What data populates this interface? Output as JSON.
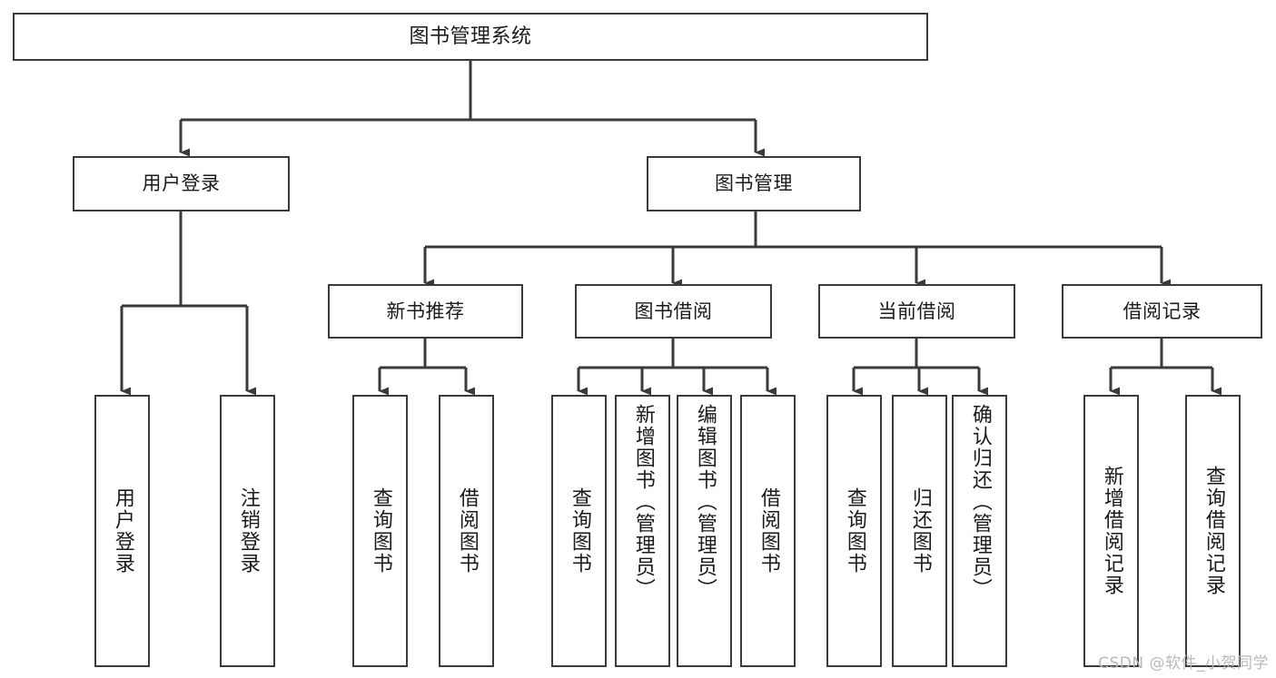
{
  "diagram": {
    "type": "tree",
    "title": "图书管理系统",
    "orientation": "top-down",
    "line_color": "#3a3a3a",
    "box_fill": "#ffffff",
    "text_color": "#1a1a1a",
    "root": {
      "label": "图书管理系统"
    },
    "level1": [
      {
        "label": "用户登录"
      },
      {
        "label": "图书管理"
      }
    ],
    "level2": [
      {
        "label": "新书推荐"
      },
      {
        "label": "图书借阅"
      },
      {
        "label": "当前借阅"
      },
      {
        "label": "借阅记录"
      }
    ],
    "leaves": {
      "user_login": [
        {
          "label": "用户登录"
        },
        {
          "label": "注销登录"
        }
      ],
      "new_book_recommend": [
        {
          "label": "查询图书"
        },
        {
          "label": "借阅图书"
        }
      ],
      "book_borrow": [
        {
          "label": "查询图书"
        },
        {
          "label": "新增图书（管理员）"
        },
        {
          "label": "编辑图书（管理员）"
        },
        {
          "label": "借阅图书"
        }
      ],
      "current_borrow": [
        {
          "label": "查询图书"
        },
        {
          "label": "归还图书"
        },
        {
          "label": "确认归还（管理员）"
        }
      ],
      "borrow_record": [
        {
          "label": "新增借阅记录"
        },
        {
          "label": "查询借阅记录"
        }
      ]
    }
  },
  "watermark": {
    "text": "CSDN @软件_小贺同学"
  }
}
